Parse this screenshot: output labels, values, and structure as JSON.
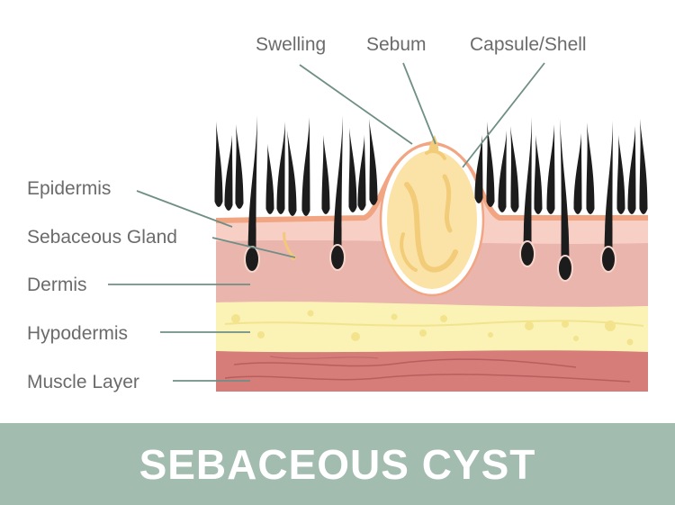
{
  "labels": {
    "swelling": "Swelling",
    "sebum": "Sebum",
    "capsule": "Capsule/Shell",
    "epidermis": "Epidermis",
    "sebaceous_gland": "Sebaceous Gland",
    "dermis": "Dermis",
    "hypodermis": "Hypodermis",
    "muscle": "Muscle Layer"
  },
  "banner": {
    "title": "SEBACEOUS CYST"
  },
  "colors": {
    "epidermis_top": "#f2a582",
    "epidermis": "#f7cfc4",
    "dermis": "#e9b5ad",
    "hypodermis": "#fbf3b6",
    "muscle": "#d67d7a",
    "hair": "#1c1c1c",
    "cyst_fill": "#fbe3a8",
    "leader_line": "#6f8f86",
    "banner_bg": "#a3bcb0"
  }
}
